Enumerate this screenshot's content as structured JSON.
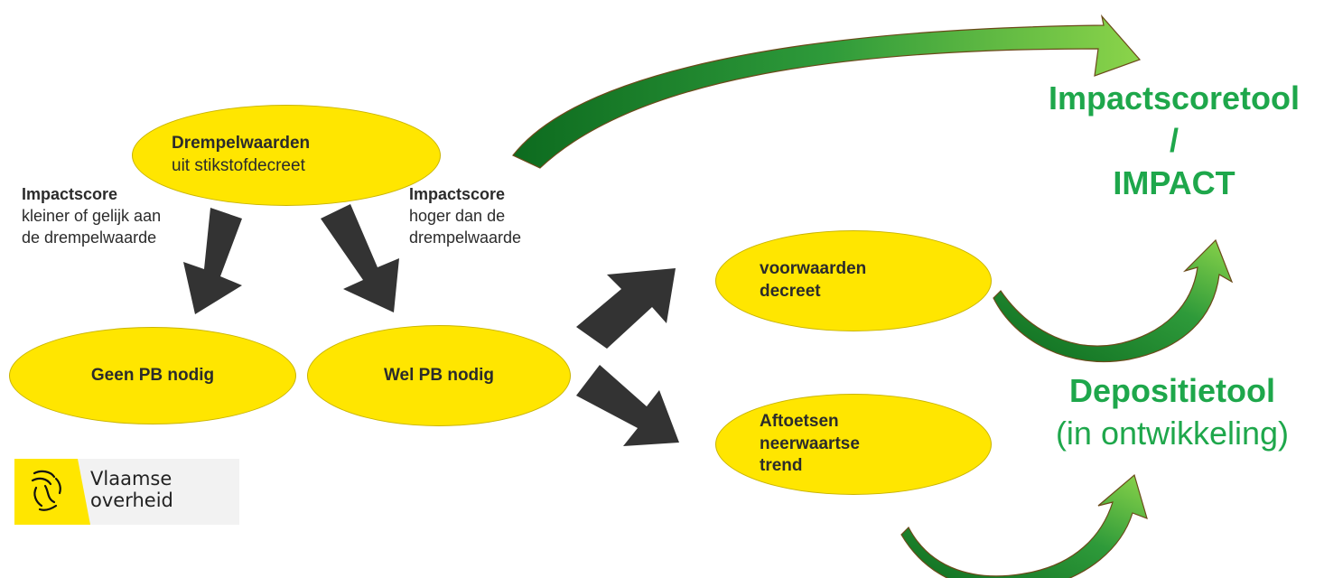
{
  "nodes": {
    "drempel": {
      "title": "Drempelwaarden",
      "subtitle": "uit stikstofdecreet"
    },
    "geen": {
      "label": "Geen PB nodig"
    },
    "wel": {
      "label": "Wel PB nodig"
    },
    "voorwaarden": {
      "line1": "voorwaarden",
      "line2": "decreet"
    },
    "aftoetsen": {
      "line1": "Aftoetsen",
      "line2": "neerwaartse",
      "line3": "trend"
    }
  },
  "notes": {
    "left": {
      "title": "Impactscore",
      "text": "kleiner of gelijk aan\nde drempelwaarde"
    },
    "right": {
      "title": "Impactscore",
      "text": "hoger dan de\ndrempelwaarde"
    }
  },
  "tools": {
    "impact": {
      "line1": "Impactscoretool",
      "line2": "/",
      "line3": "IMPACT"
    },
    "depositie": {
      "line1": "Depositietool",
      "line2": "(in ontwikkeling)"
    }
  },
  "logo": {
    "line1": "Vlaamse",
    "line2": "overheid"
  },
  "colors": {
    "oval": "#ffe600",
    "tool_text": "#1ea74b",
    "arrow_dark": "#333333",
    "arrow_green": "#1f8f2a"
  }
}
